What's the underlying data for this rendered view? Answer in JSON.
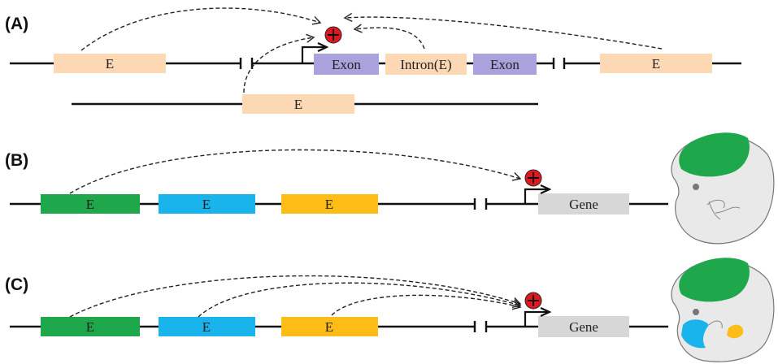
{
  "panels": {
    "a": {
      "label": "(A)"
    },
    "b": {
      "label": "(B)"
    },
    "c": {
      "label": "(C)"
    }
  },
  "panel_a": {
    "enhancer_left": "E",
    "exon1": "Exon",
    "intron": "Intron(E)",
    "exon2": "Exon",
    "enhancer_right": "E",
    "enhancer_trans": "E"
  },
  "panel_b": {
    "enhancer_1": "E",
    "enhancer_2": "E",
    "enhancer_3": "E",
    "gene": "Gene"
  },
  "panel_c": {
    "enhancer_1": "E",
    "enhancer_2": "E",
    "enhancer_3": "E",
    "gene": "Gene"
  },
  "colors": {
    "peach": "#fcd8b4",
    "lavender": "#a9a2dd",
    "green": "#1ea84b",
    "blue": "#1ab4ec",
    "orange": "#fdbc16",
    "gene_gray": "#d7d7d7",
    "activator_red": "#e0171f"
  },
  "icons": {
    "activator": "plus-circle-icon",
    "tss": "right-angle-arrow-icon",
    "insulator": "barrier-icon",
    "embryo": "embryo-head-icon"
  }
}
